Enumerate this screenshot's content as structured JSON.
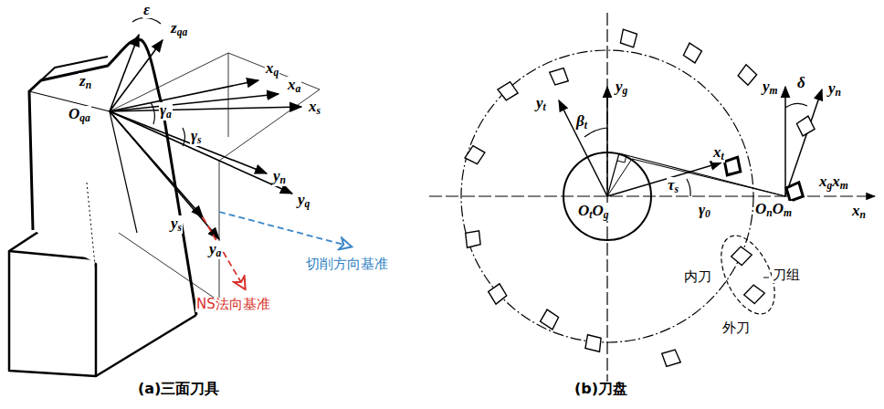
{
  "diagram": {
    "labels": [
      "ε",
      "zn",
      "zqa",
      "xq",
      "xa",
      "xs",
      "γa",
      "γs",
      "Oqa",
      "yn",
      "yq",
      "ys",
      "ya",
      "切削方向基准",
      "NS法向基准",
      "(a)三面刀具",
      "yg",
      "βt",
      "yt",
      "xt",
      "τs",
      "γ0",
      "OtOg",
      "ym",
      "δ",
      "yn",
      "xgxm",
      "OnOm",
      "xn",
      "内刀",
      "刀组",
      "外刀",
      "(b)刀盘"
    ]
  }
}
